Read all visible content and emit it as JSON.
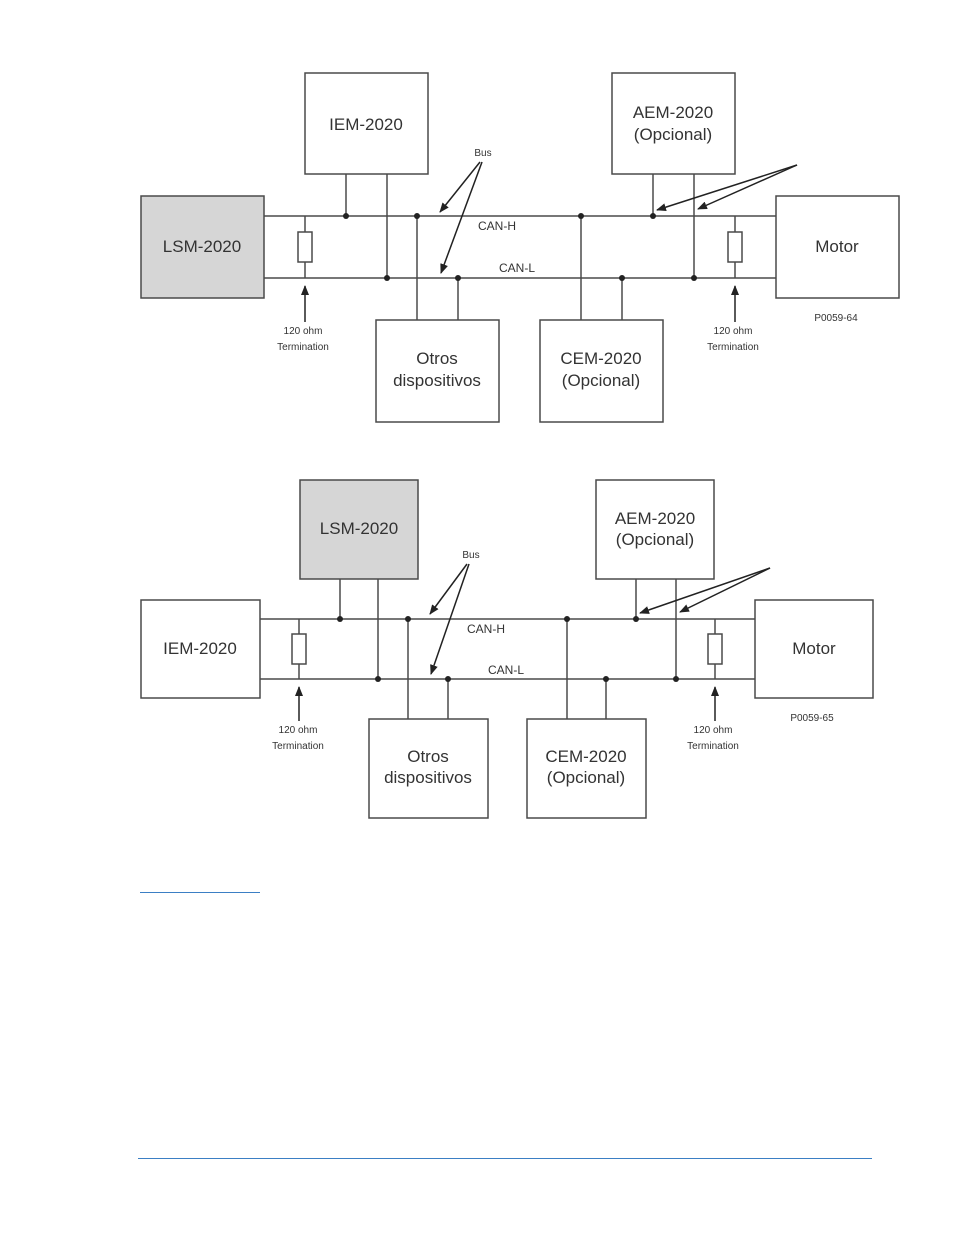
{
  "diagram1": {
    "lsm": "LSM-2020",
    "iem": "IEM-2020",
    "aem_line1": "AEM-2020",
    "aem_line2": "(Opcional)",
    "motor": "Motor",
    "otros_line1": "Otros",
    "otros_line2": "dispositivos",
    "cem_line1": "CEM-2020",
    "cem_line2": "(Opcional)",
    "bus": "Bus",
    "can_h": "CAN-H",
    "can_l": "CAN-L",
    "term_left_1": "120 ohm",
    "term_left_2": "Termination",
    "term_right_1": "120 ohm",
    "term_right_2": "Termination",
    "figure_id": "P0059-64"
  },
  "diagram2": {
    "lsm": "LSM-2020",
    "iem": "IEM-2020",
    "aem_line1": "AEM-2020",
    "aem_line2": "(Opcional)",
    "motor": "Motor",
    "otros_line1": "Otros",
    "otros_line2": "dispositivos",
    "cem_line1": "CEM-2020",
    "cem_line2": "(Opcional)",
    "bus": "Bus",
    "can_h": "CAN-H",
    "can_l": "CAN-L",
    "term_left_1": "120 ohm",
    "term_left_2": "Termination",
    "term_right_1": "120 ohm",
    "term_right_2": "Termination",
    "figure_id": "P0059-65"
  },
  "colors": {
    "highlight_box": "#d6d6d6",
    "line": "#4a4a4a",
    "rule": "#3b7fc4"
  }
}
